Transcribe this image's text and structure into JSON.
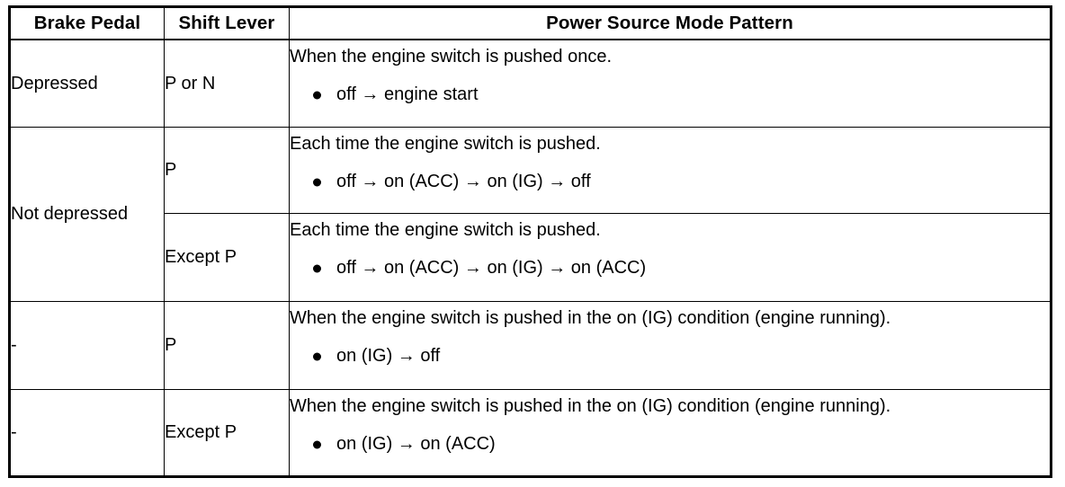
{
  "table": {
    "headers": {
      "brake_pedal": "Brake Pedal",
      "shift_lever": "Shift Lever",
      "power_source_mode_pattern": "Power Source Mode Pattern"
    },
    "rows": [
      {
        "brake_pedal": "Depressed",
        "shift_lever": "P or N",
        "lead": "When the engine switch is pushed once.",
        "bullets": [
          {
            "from": "off",
            "arrow1": "→",
            "mid": "engine start"
          }
        ],
        "bullet_texts": [
          "off → engine start"
        ]
      },
      {
        "brake_pedal": "Not depressed",
        "shift_lever": "P",
        "lead": "Each time the engine switch is pushed.",
        "bullet_texts": [
          "off → on (ACC) → on (IG) → off"
        ]
      },
      {
        "brake_pedal": "",
        "shift_lever": "Except P",
        "lead": "Each time the engine switch is pushed.",
        "bullet_texts": [
          "off → on (ACC) → on (IG) → on (ACC)"
        ]
      },
      {
        "brake_pedal": "-",
        "shift_lever": "P",
        "lead": "When the engine switch is pushed in the on (IG) condition (engine running).",
        "bullet_texts": [
          "on (IG) → off"
        ]
      },
      {
        "brake_pedal": "-",
        "shift_lever": "Except P",
        "lead": "When the engine switch is pushed in the on (IG) condition (engine running).",
        "bullet_texts": [
          "on (IG) → on (ACC)"
        ]
      }
    ]
  },
  "colors": {
    "border": "#000000",
    "text": "#000000",
    "background": "#ffffff"
  }
}
